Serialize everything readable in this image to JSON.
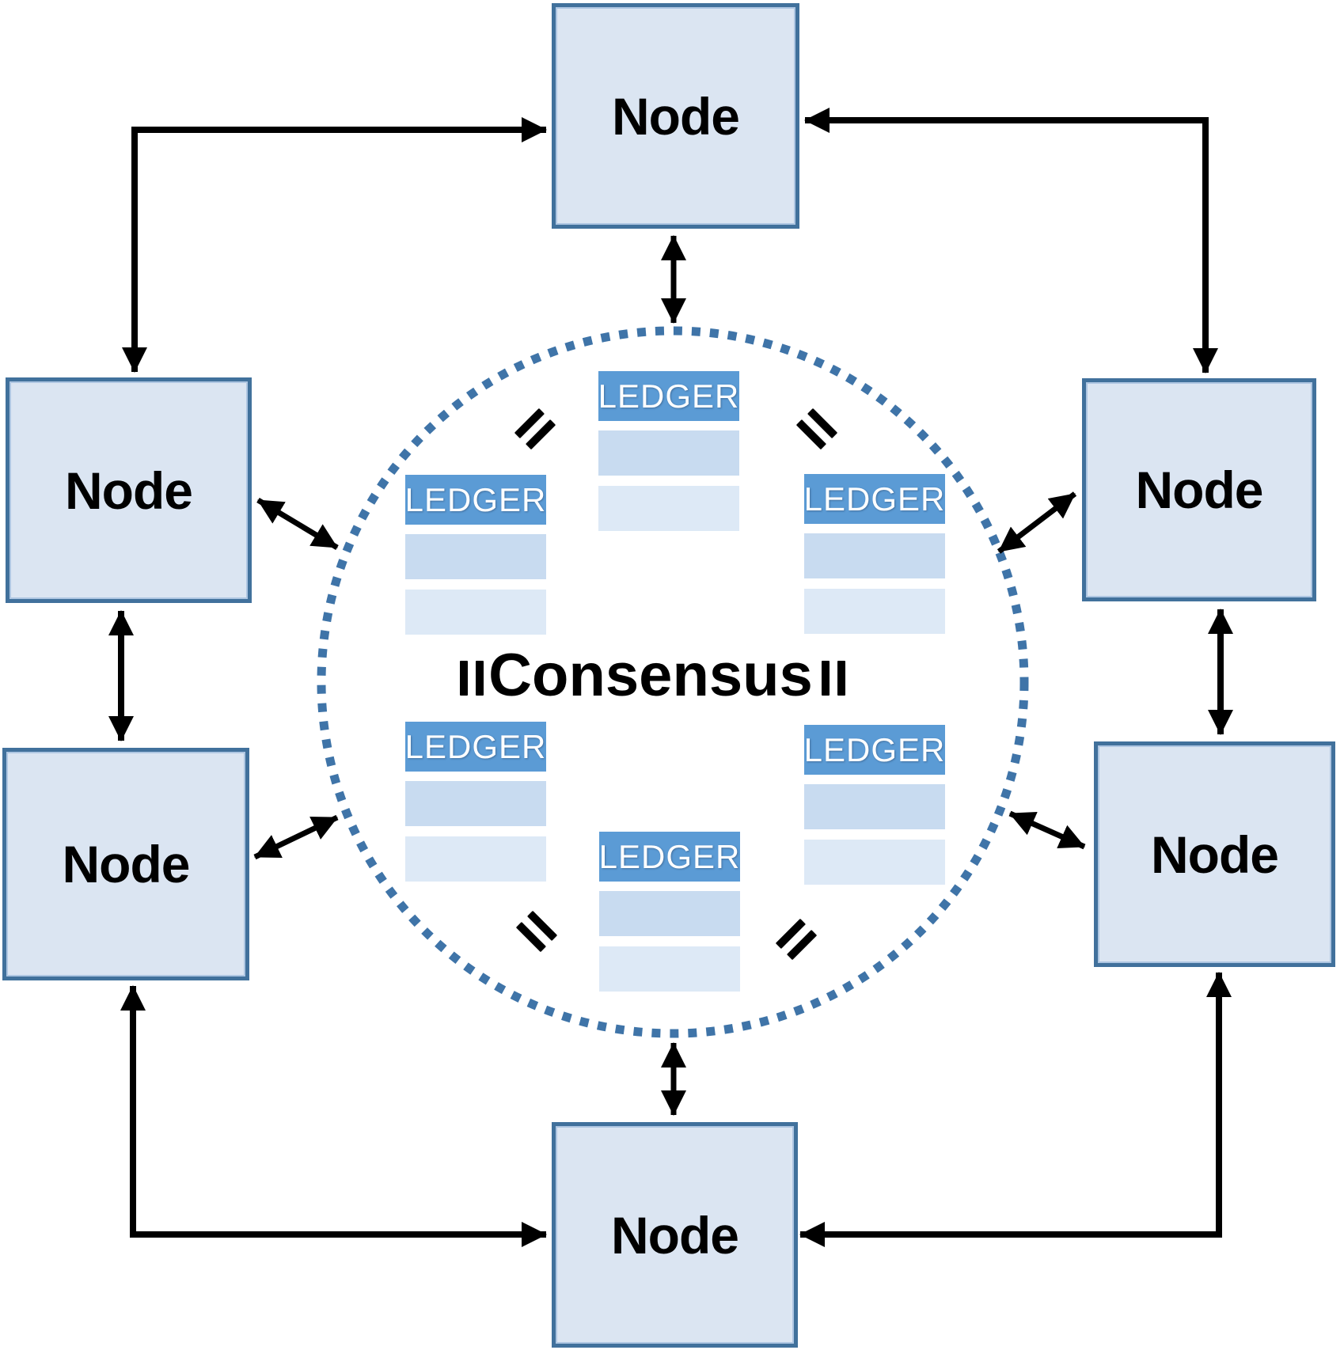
{
  "diagram": {
    "center": {
      "label": "Consensus",
      "circle_style": "dotted",
      "circle_color": "#3f74a8"
    },
    "nodes": [
      {
        "id": "top",
        "label": "Node"
      },
      {
        "id": "left-upper",
        "label": "Node"
      },
      {
        "id": "right-upper",
        "label": "Node"
      },
      {
        "id": "left-lower",
        "label": "Node"
      },
      {
        "id": "right-lower",
        "label": "Node"
      },
      {
        "id": "bottom",
        "label": "Node"
      }
    ],
    "ledgers": [
      {
        "id": "top",
        "header": "LEDGER",
        "rows": 2
      },
      {
        "id": "mid-left",
        "header": "LEDGER",
        "rows": 2
      },
      {
        "id": "mid-right",
        "header": "LEDGER",
        "rows": 2
      },
      {
        "id": "low-left",
        "header": "LEDGER",
        "rows": 2
      },
      {
        "id": "low-right",
        "header": "LEDGER",
        "rows": 2
      },
      {
        "id": "bottom",
        "header": "LEDGER",
        "rows": 2
      }
    ],
    "icons": {
      "equals": "rotated-equals-sign",
      "connector": "double-headed-arrow"
    },
    "colors": {
      "node_fill": "#dbe5f2",
      "node_border": "#41719c",
      "ledger_header": "#5b9bd5",
      "ledger_row_medium": "#c8dbf0",
      "ledger_row_light": "#dde9f6",
      "circle_dots": "#3f74a8",
      "arrow": "#000000",
      "text": "#000000"
    }
  }
}
